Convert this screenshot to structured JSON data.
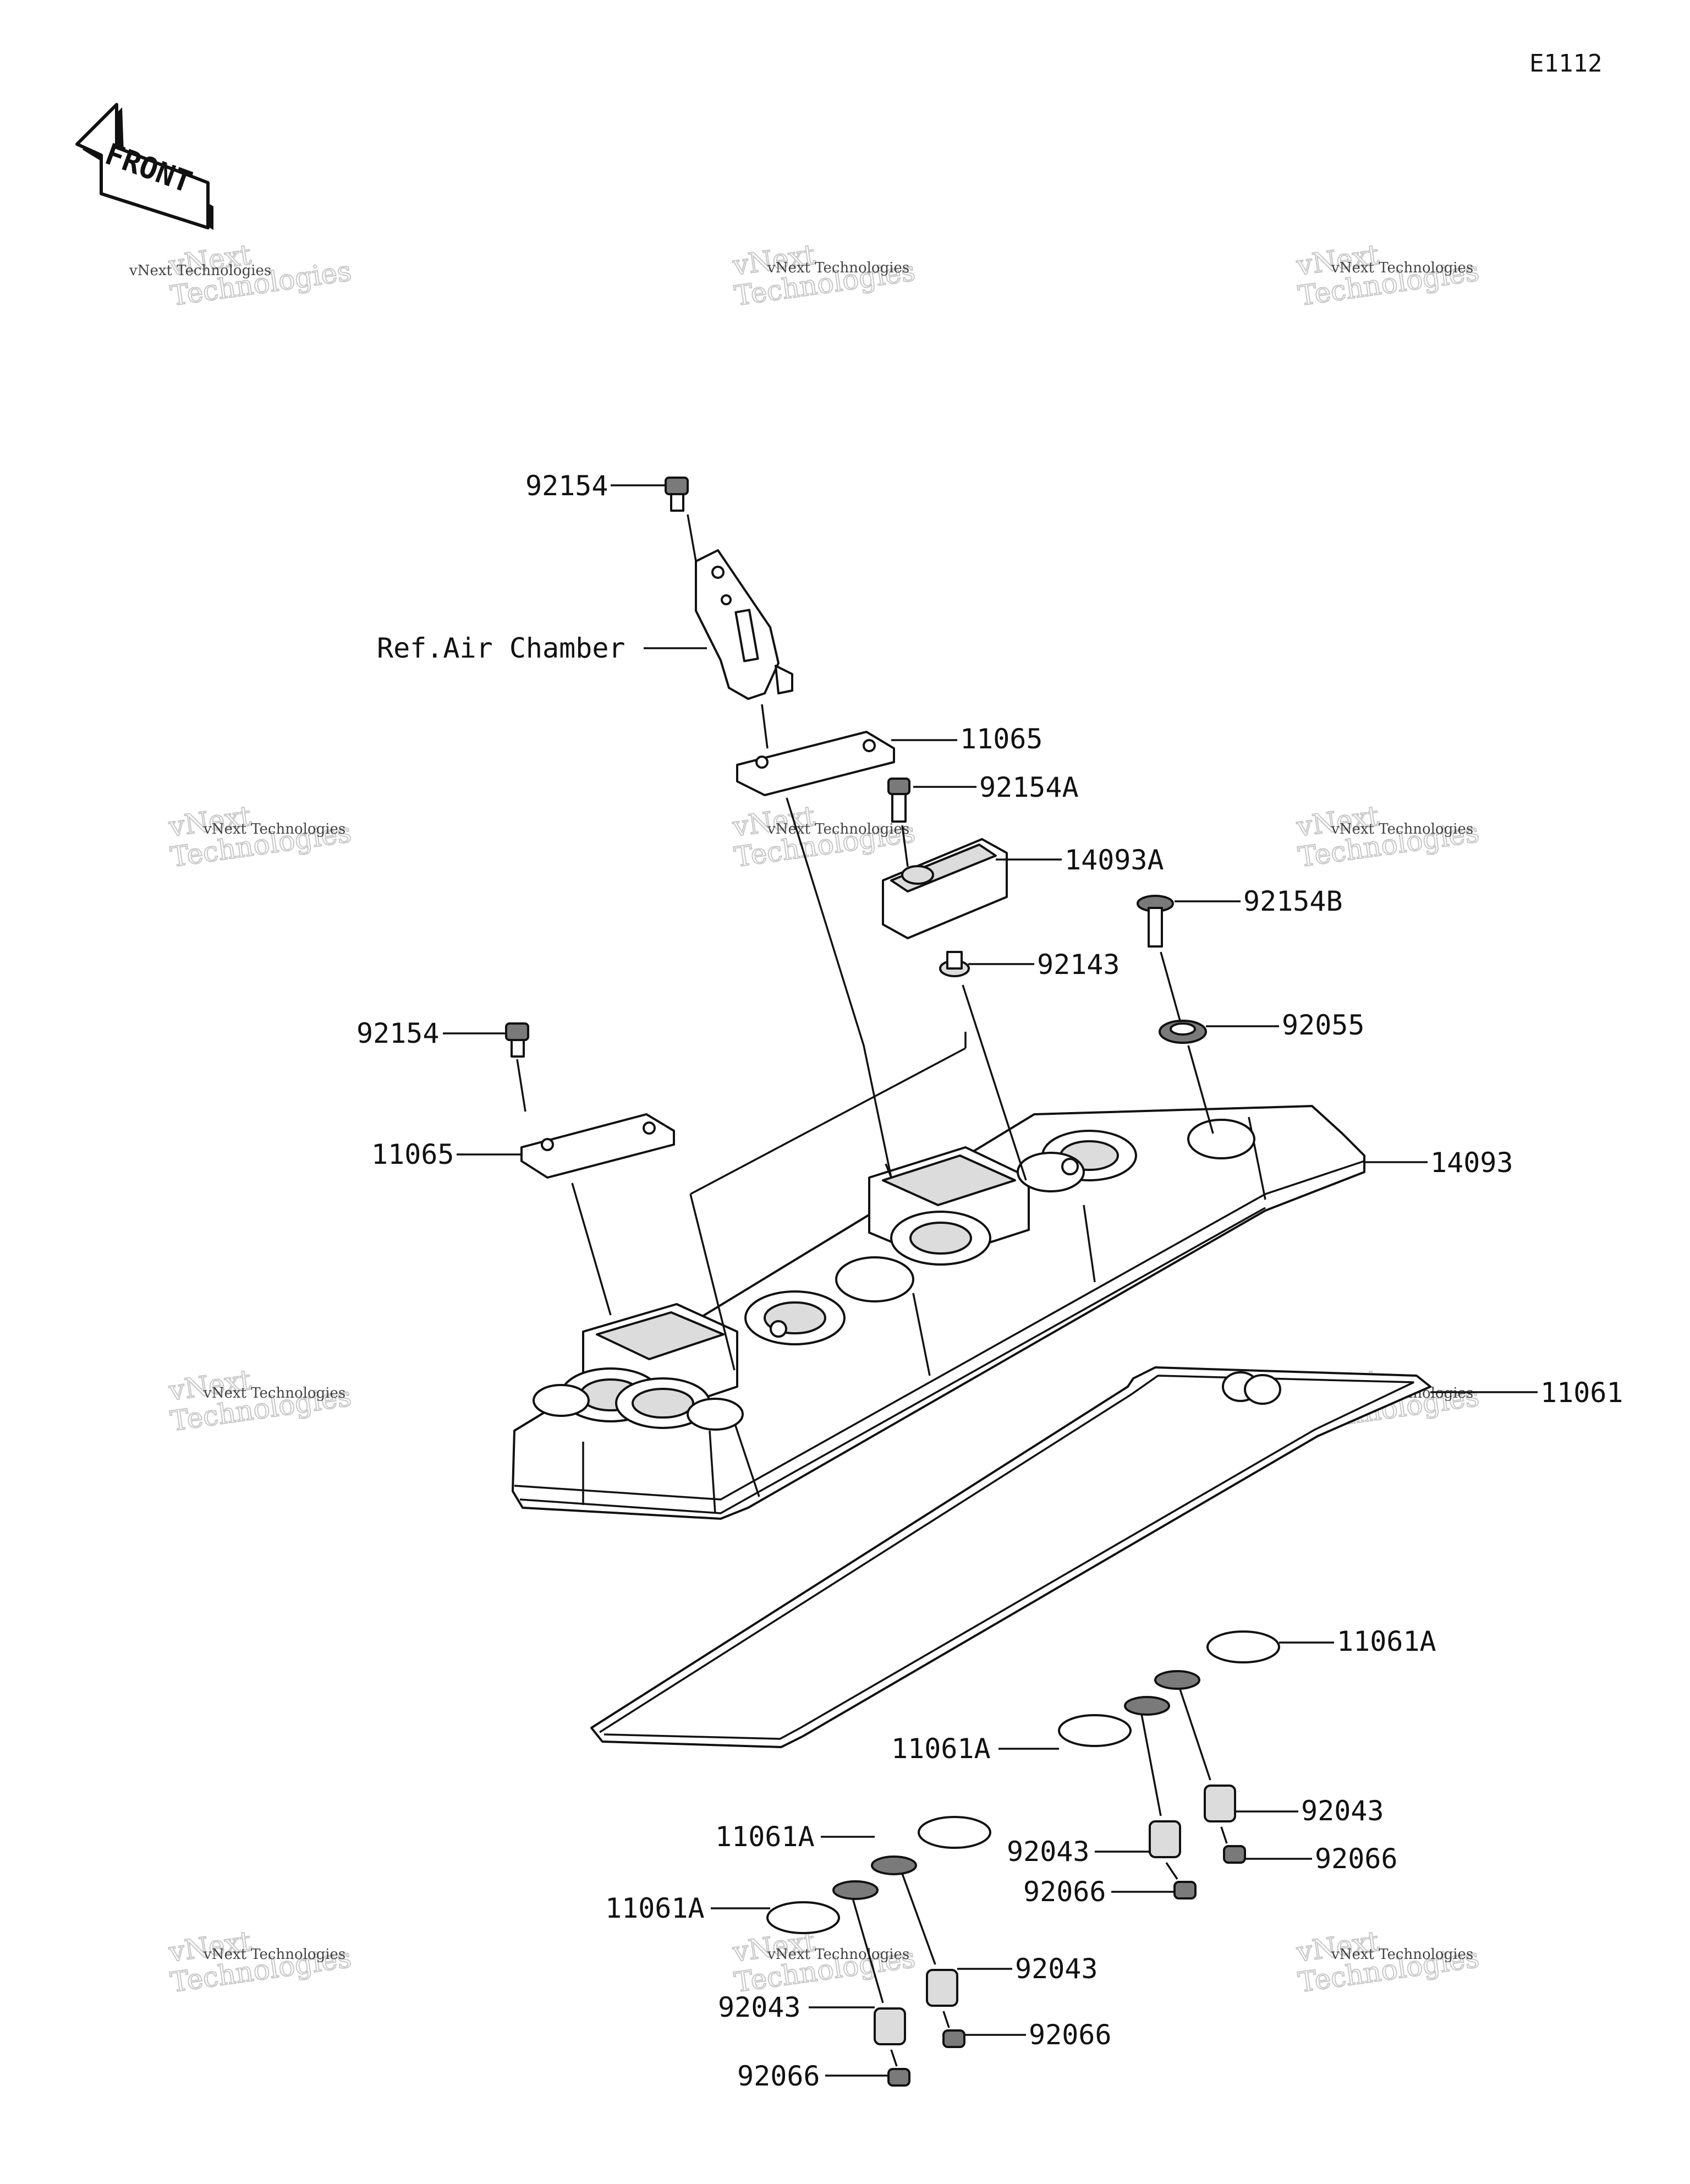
{
  "diagram_code": "E1112",
  "front_label": "FRONT",
  "watermark": {
    "line1": "vNext Technologies",
    "line2a": "vNext",
    "line2b": "Technologies"
  },
  "callouts": {
    "p92154_top": "92154",
    "ref_air_chamber": "Ref.Air Chamber",
    "p11065_top": "11065",
    "p92154A": "92154A",
    "p14093A": "14093A",
    "p92154B": "92154B",
    "p92143": "92143",
    "p92055": "92055",
    "p92154_left": "92154",
    "p11065_left": "11065",
    "p14093": "14093",
    "p11061": "11061",
    "p11061A_r1": "11061A",
    "p11061A_r2": "11061A",
    "p92043_r1": "92043",
    "p92043_r2": "92043",
    "p92066_r1": "92066",
    "p92066_r2": "92066",
    "p11061A_l1": "11061A",
    "p11061A_l2": "11061A",
    "p92043_l1": "92043",
    "p92043_l2": "92043",
    "p92066_l1": "92066",
    "p92066_l2": "92066"
  }
}
